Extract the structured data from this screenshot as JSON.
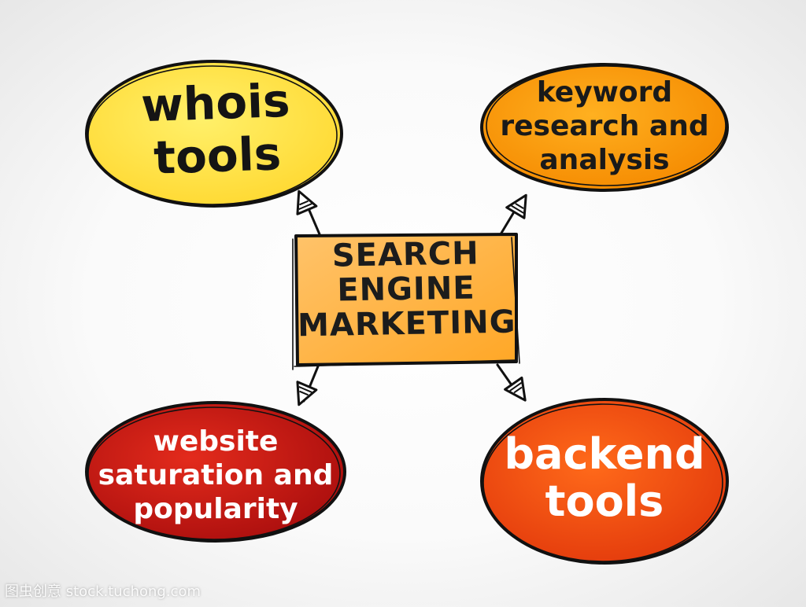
{
  "diagram": {
    "center": {
      "lines": [
        "SEARCH",
        "ENGINE",
        "MARKETING"
      ],
      "fill": "#ffa726",
      "fill_light": "#ffc36a",
      "stroke": "#1a1a1a"
    },
    "branches": {
      "whois": {
        "lines": [
          "whois",
          "tools"
        ],
        "fill": "#fff06a",
        "fill_edge": "#ffd830"
      },
      "keyword": {
        "lines": [
          "keyword",
          "research and",
          "analysis"
        ],
        "fill": "#ffb020",
        "fill_edge": "#f58a00"
      },
      "website": {
        "lines": [
          "website",
          "saturation and",
          "popularity"
        ],
        "fill": "#e32b1c",
        "fill_edge": "#a80d0d"
      },
      "backend": {
        "lines": [
          "backend",
          "tools"
        ],
        "fill": "#ff6a1a",
        "fill_edge": "#e33a0c"
      }
    },
    "outline_color": "#111111"
  },
  "watermark": "图虫创意 stock.tuchong.com"
}
